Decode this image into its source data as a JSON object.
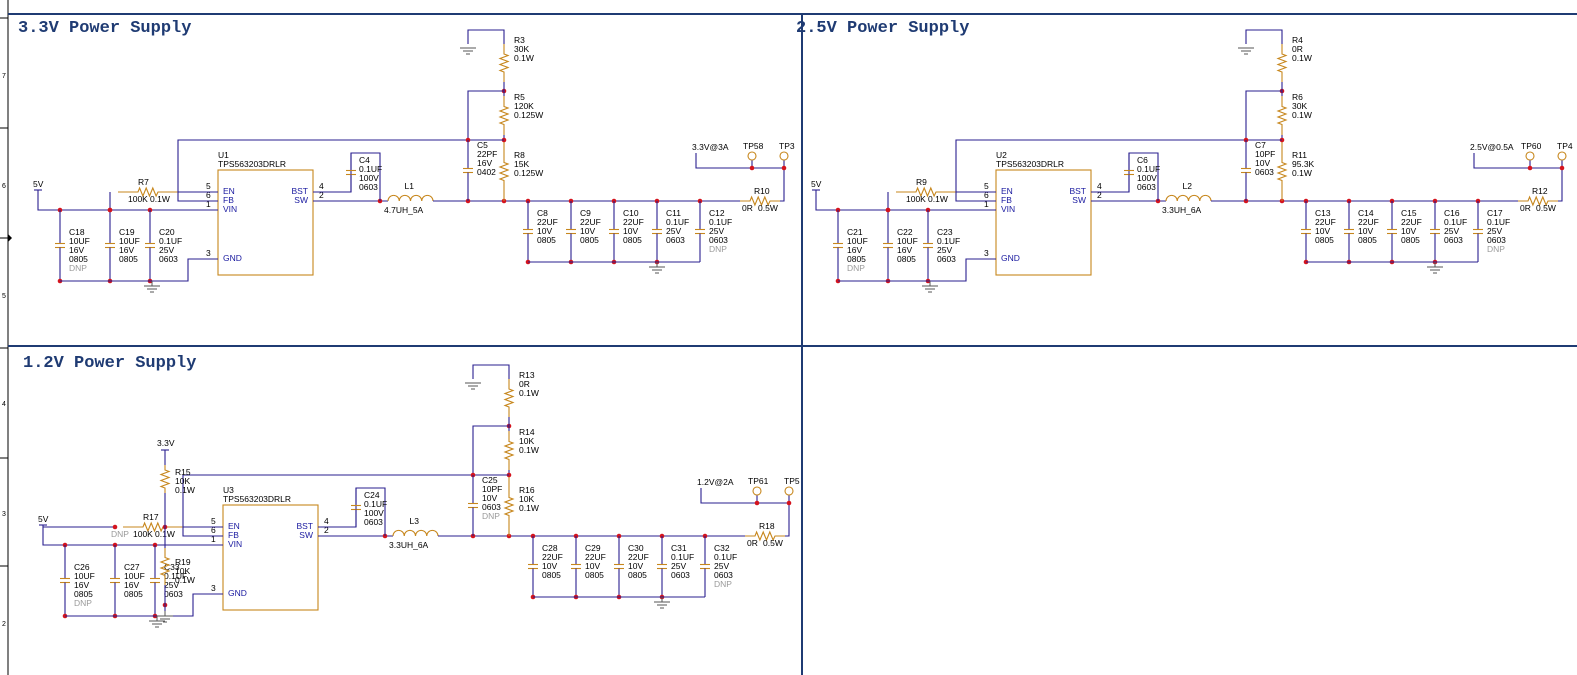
{
  "border": {
    "row_numbers": [
      "7",
      "6",
      "5",
      "4",
      "3",
      "2"
    ]
  },
  "supplies": [
    {
      "title": "3.3V Power Supply",
      "ic": {
        "ref": "U1",
        "part": "TPS563203DRLR",
        "pins": {
          "en": "EN",
          "fb": "FB",
          "vin": "VIN",
          "gnd": "GND",
          "bst": "BST",
          "sw": "SW"
        },
        "nums": {
          "en": "5",
          "fb": "6",
          "vin": "1",
          "gnd": "3",
          "bst": "4",
          "sw": "2"
        }
      },
      "input_rail": "5V",
      "out_net": "3.3V@3A",
      "tps": [
        "TP58",
        "TP3"
      ],
      "inductor": {
        "ref": "L1",
        "val": "4.7UH_5A"
      },
      "r_in": {
        "ref": "R7",
        "l1": "100K",
        "l2": "0.1W",
        "dnp": ""
      },
      "r_out": {
        "ref": "R10",
        "l1": "0R",
        "l2": "0.5W"
      },
      "rs": [
        {
          "ref": "R3",
          "l1": "30K",
          "l2": "0.1W"
        },
        {
          "ref": "R5",
          "l1": "120K",
          "l2": "0.125W"
        },
        {
          "ref": "R8",
          "l1": "15K",
          "l2": "0.125W"
        }
      ],
      "c_bst": {
        "ref": "C4",
        "l1": "0.1UF",
        "l2": "100V",
        "l3": "0603"
      },
      "c_ff": {
        "ref": "C5",
        "l1": "22PF",
        "l2": "16V",
        "l3": "0402",
        "dnp": ""
      },
      "c_in": [
        {
          "ref": "C18",
          "l1": "10UF",
          "l2": "16V",
          "l3": "0805",
          "dnp": "DNP"
        },
        {
          "ref": "C19",
          "l1": "10UF",
          "l2": "16V",
          "l3": "0805",
          "dnp": ""
        },
        {
          "ref": "C20",
          "l1": "0.1UF",
          "l2": "25V",
          "l3": "0603",
          "dnp": ""
        }
      ],
      "c_out": [
        {
          "ref": "C8",
          "l1": "22UF",
          "l2": "10V",
          "l3": "0805",
          "dnp": ""
        },
        {
          "ref": "C9",
          "l1": "22UF",
          "l2": "10V",
          "l3": "0805",
          "dnp": ""
        },
        {
          "ref": "C10",
          "l1": "22UF",
          "l2": "10V",
          "l3": "0805",
          "dnp": ""
        },
        {
          "ref": "C11",
          "l1": "0.1UF",
          "l2": "25V",
          "l3": "0603",
          "dnp": ""
        },
        {
          "ref": "C12",
          "l1": "0.1UF",
          "l2": "25V",
          "l3": "0603",
          "dnp": "DNP"
        }
      ]
    },
    {
      "title": "2.5V Power Supply",
      "ic": {
        "ref": "U2",
        "part": "TPS563203DRLR",
        "pins": {
          "en": "EN",
          "fb": "FB",
          "vin": "VIN",
          "gnd": "GND",
          "bst": "BST",
          "sw": "SW"
        },
        "nums": {
          "en": "5",
          "fb": "6",
          "vin": "1",
          "gnd": "3",
          "bst": "4",
          "sw": "2"
        }
      },
      "input_rail": "5V",
      "out_net": "2.5V@0.5A",
      "tps": [
        "TP60",
        "TP4"
      ],
      "inductor": {
        "ref": "L2",
        "val": "3.3UH_6A"
      },
      "r_in": {
        "ref": "R9",
        "l1": "100K",
        "l2": "0.1W",
        "dnp": ""
      },
      "r_out": {
        "ref": "R12",
        "l1": "0R",
        "l2": "0.5W"
      },
      "rs": [
        {
          "ref": "R4",
          "l1": "0R",
          "l2": "0.1W"
        },
        {
          "ref": "R6",
          "l1": "30K",
          "l2": "0.1W"
        },
        {
          "ref": "R11",
          "l1": "95.3K",
          "l2": "0.1W"
        }
      ],
      "c_bst": {
        "ref": "C6",
        "l1": "0.1UF",
        "l2": "100V",
        "l3": "0603"
      },
      "c_ff": {
        "ref": "C7",
        "l1": "10PF",
        "l2": "10V",
        "l3": "0603",
        "dnp": ""
      },
      "c_in": [
        {
          "ref": "C21",
          "l1": "10UF",
          "l2": "16V",
          "l3": "0805",
          "dnp": "DNP"
        },
        {
          "ref": "C22",
          "l1": "10UF",
          "l2": "16V",
          "l3": "0805",
          "dnp": ""
        },
        {
          "ref": "C23",
          "l1": "0.1UF",
          "l2": "25V",
          "l3": "0603",
          "dnp": ""
        }
      ],
      "c_out": [
        {
          "ref": "C13",
          "l1": "22UF",
          "l2": "10V",
          "l3": "0805",
          "dnp": ""
        },
        {
          "ref": "C14",
          "l1": "22UF",
          "l2": "10V",
          "l3": "0805",
          "dnp": ""
        },
        {
          "ref": "C15",
          "l1": "22UF",
          "l2": "10V",
          "l3": "0805",
          "dnp": ""
        },
        {
          "ref": "C16",
          "l1": "0.1UF",
          "l2": "25V",
          "l3": "0603",
          "dnp": ""
        },
        {
          "ref": "C17",
          "l1": "0.1UF",
          "l2": "25V",
          "l3": "0603",
          "dnp": "DNP"
        }
      ]
    },
    {
      "title": "1.2V Power Supply",
      "ic": {
        "ref": "U3",
        "part": "TPS563203DRLR",
        "pins": {
          "en": "EN",
          "fb": "FB",
          "vin": "VIN",
          "gnd": "GND",
          "bst": "BST",
          "sw": "SW"
        },
        "nums": {
          "en": "5",
          "fb": "6",
          "vin": "1",
          "gnd": "3",
          "bst": "4",
          "sw": "2"
        }
      },
      "input_rail": "5V",
      "aux_rail": "3.3V",
      "out_net": "1.2V@2A",
      "tps": [
        "TP61",
        "TP5"
      ],
      "inductor": {
        "ref": "L3",
        "val": "3.3UH_6A"
      },
      "r_in": {
        "ref": "R17",
        "l1": "100K",
        "l2": "0.1W",
        "dnp": "DNP"
      },
      "r_out": {
        "ref": "R18",
        "l1": "0R",
        "l2": "0.5W"
      },
      "rs": [
        {
          "ref": "R13",
          "l1": "0R",
          "l2": "0.1W"
        },
        {
          "ref": "R14",
          "l1": "10K",
          "l2": "0.1W"
        },
        {
          "ref": "R16",
          "l1": "10K",
          "l2": "0.1W"
        }
      ],
      "r_en": [
        {
          "ref": "R15",
          "l1": "10K",
          "l2": "0.1W"
        },
        {
          "ref": "R19",
          "l1": "10K",
          "l2": "0.1W"
        }
      ],
      "c_bst": {
        "ref": "C24",
        "l1": "0.1UF",
        "l2": "100V",
        "l3": "0603"
      },
      "c_ff": {
        "ref": "C25",
        "l1": "10PF",
        "l2": "10V",
        "l3": "0603",
        "dnp": "DNP"
      },
      "c_in": [
        {
          "ref": "C26",
          "l1": "10UF",
          "l2": "16V",
          "l3": "0805",
          "dnp": "DNP"
        },
        {
          "ref": "C27",
          "l1": "10UF",
          "l2": "16V",
          "l3": "0805",
          "dnp": ""
        },
        {
          "ref": "C33",
          "l1": "0.1UF",
          "l2": "25V",
          "l3": "0603",
          "dnp": ""
        }
      ],
      "c_out": [
        {
          "ref": "C28",
          "l1": "22UF",
          "l2": "10V",
          "l3": "0805",
          "dnp": ""
        },
        {
          "ref": "C29",
          "l1": "22UF",
          "l2": "10V",
          "l3": "0805",
          "dnp": ""
        },
        {
          "ref": "C30",
          "l1": "22UF",
          "l2": "10V",
          "l3": "0805",
          "dnp": ""
        },
        {
          "ref": "C31",
          "l1": "0.1UF",
          "l2": "25V",
          "l3": "0603",
          "dnp": ""
        },
        {
          "ref": "C32",
          "l1": "0.1UF",
          "l2": "25V",
          "l3": "0603",
          "dnp": "DNP"
        }
      ]
    }
  ]
}
